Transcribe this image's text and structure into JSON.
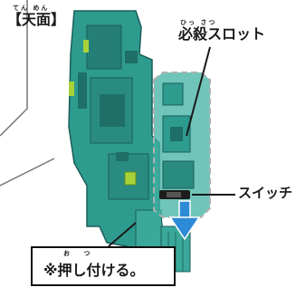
{
  "top_view": {
    "ruby": "てん めん",
    "label": "【天面】"
  },
  "special_slot": {
    "ruby": "ひっ さつ",
    "label": "必殺スロット"
  },
  "switch": {
    "label": "スイッチ"
  },
  "note": {
    "ruby": "お　 つ",
    "label": "※押し付ける。"
  },
  "colors": {
    "body_teal": "#2e9b8f",
    "body_dark": "#1e6f68",
    "accent_green": "#a9d23a",
    "arrow_blue": "#2d8ad6",
    "stand_teal": "#3aa89b",
    "outline_gray": "#b0b0b0"
  }
}
